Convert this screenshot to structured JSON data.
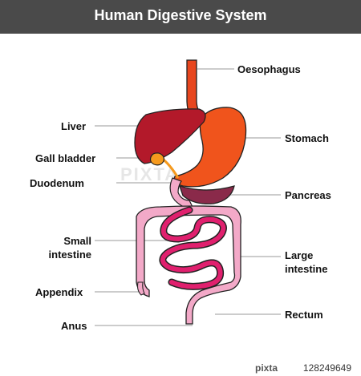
{
  "title": "Human Digestive System",
  "labels": {
    "oesophagus": "Oesophagus",
    "liver": "Liver",
    "stomach": "Stomach",
    "gall_bladder": "Gall bladder",
    "duodenum": "Duodenum",
    "pancreas": "Pancreas",
    "small_intestine_1": "Small",
    "small_intestine_2": "intestine",
    "large_intestine_1": "Large",
    "large_intestine_2": "intestine",
    "appendix": "Appendix",
    "rectum": "Rectum",
    "anus": "Anus"
  },
  "watermark": "PIXTA",
  "footer": {
    "logo": "pixta",
    "id": "128249649"
  },
  "colors": {
    "title_bar": "#4a4a4a",
    "oesophagus": "#e8461e",
    "liver": "#b3192a",
    "stomach": "#f0541c",
    "gall_bladder": "#f59a1e",
    "pancreas": "#8a2a4a",
    "small_intestine": "#e0206e",
    "large_intestine": "#f3a9c8"
  }
}
